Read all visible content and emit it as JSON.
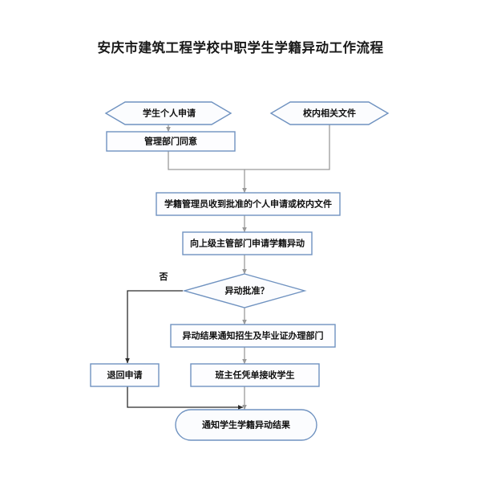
{
  "document": {
    "title": "安庆市建筑工程学校中职学生学籍异动工作流程",
    "background_color": "#ffffff",
    "shape_border_color": "#6f92c0",
    "shape_fill_color": "#fbfcfe",
    "connector_color": "#9a9a9a",
    "connector_dark_color": "#2b2b2b",
    "text_color": "#101010"
  },
  "chart_data": {
    "type": "flowchart",
    "title": "安庆市建筑工程学校中职学生学籍异动工作流程",
    "nodes": [
      {
        "id": "n1",
        "shape": "hexagon",
        "label": "学生个人申请"
      },
      {
        "id": "n2",
        "shape": "hexagon",
        "label": "校内相关文件"
      },
      {
        "id": "n3",
        "shape": "rect",
        "label": "管理部门同意"
      },
      {
        "id": "n4",
        "shape": "rect",
        "label": "学籍管理员收到批准的个人申请或校内文件"
      },
      {
        "id": "n5",
        "shape": "rect",
        "label": "向上级主管部门申请学籍异动"
      },
      {
        "id": "n6",
        "shape": "diamond",
        "label": "异动批准？"
      },
      {
        "id": "n7",
        "shape": "rect",
        "label": "异动结果通知招生及毕业证办理部门"
      },
      {
        "id": "n8",
        "shape": "rect",
        "label": "退回申请"
      },
      {
        "id": "n9",
        "shape": "rect",
        "label": "班主任凭单接收学生"
      },
      {
        "id": "n10",
        "shape": "ellipse",
        "label": "通知学生学籍异动结果"
      }
    ],
    "edges": [
      {
        "from": "n1",
        "to": "n3",
        "label": ""
      },
      {
        "from": "n3",
        "to": "n4",
        "label": ""
      },
      {
        "from": "n2",
        "to": "n4",
        "label": ""
      },
      {
        "from": "n4",
        "to": "n5",
        "label": ""
      },
      {
        "from": "n5",
        "to": "n6",
        "label": ""
      },
      {
        "from": "n6",
        "to": "n8",
        "label": "否"
      },
      {
        "from": "n6",
        "to": "n7",
        "label": ""
      },
      {
        "from": "n7",
        "to": "n9",
        "label": ""
      },
      {
        "from": "n9",
        "to": "n10",
        "label": ""
      },
      {
        "from": "n8",
        "to": "n10",
        "label": ""
      }
    ],
    "edge_labels": [
      "否"
    ]
  },
  "nodes": {
    "student_application": "学生个人申请",
    "school_documents": "校内相关文件",
    "department_approval": "管理部门同意",
    "registrar_receives": "学籍管理员收到批准的个人申请或校内文件",
    "apply_to_superior": "向上级主管部门申请学籍异动",
    "decision_approved": "异动批准？",
    "notify_departments": "异动结果通知招生及毕业证办理部门",
    "return_application": "退回申请",
    "teacher_receives_student": "班主任凭单接收学生",
    "notify_student_result": "通知学生学籍异动结果"
  },
  "labels": {
    "no_branch": "否"
  }
}
